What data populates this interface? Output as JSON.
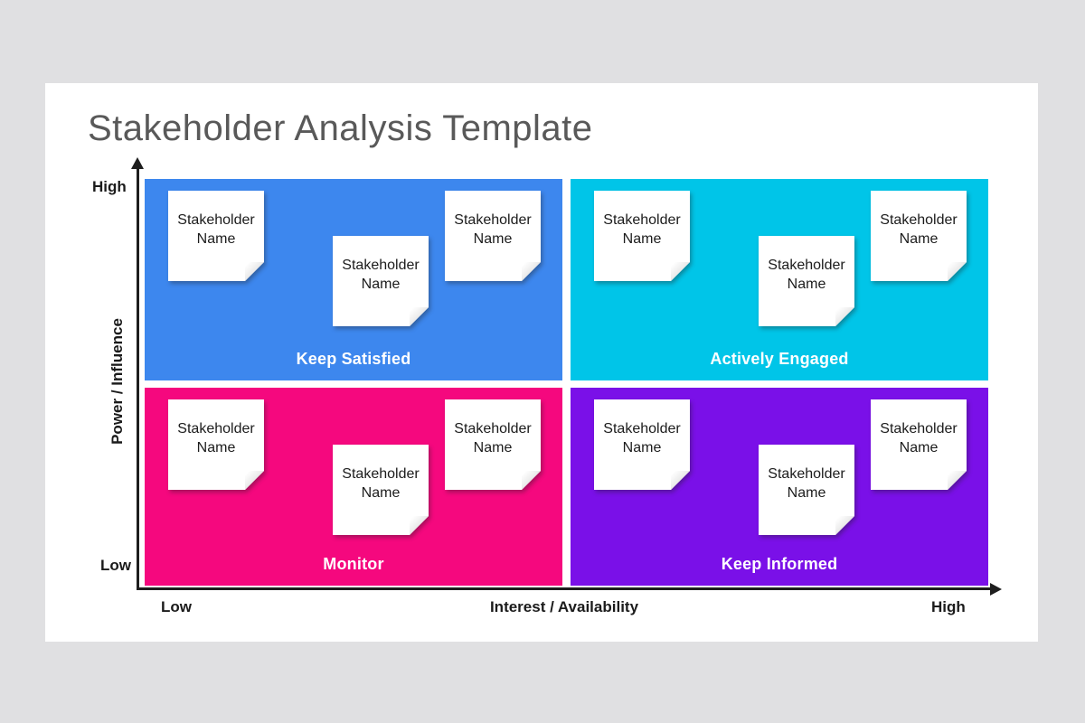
{
  "title": "Stakeholder Analysis Template",
  "axes": {
    "y": {
      "label": "Power / Influence",
      "top": "High",
      "bottom": "Low"
    },
    "x": {
      "label": "Interest / Availability",
      "left": "Low",
      "right": "High"
    }
  },
  "note_label": "Stakeholder Name",
  "quadrants": [
    {
      "id": "keep-satisfied",
      "label": "Keep Satisfied",
      "color": "#3d87ee",
      "position": "top-left"
    },
    {
      "id": "actively-engaged",
      "label": "Actively Engaged",
      "color": "#00c5e8",
      "position": "top-right"
    },
    {
      "id": "monitor",
      "label": "Monitor",
      "color": "#f5087e",
      "position": "bottom-left"
    },
    {
      "id": "keep-informed",
      "label": "Keep Informed",
      "color": "#7a10e8",
      "position": "bottom-right"
    }
  ],
  "colors": {
    "page_background": "#e0e0e2",
    "card_background": "#ffffff",
    "axis": "#1e1e1e",
    "title_text": "#595959",
    "quadrant_label_text": "#ffffff",
    "note_background": "#ffffff",
    "note_text": "#1c1c1c"
  }
}
